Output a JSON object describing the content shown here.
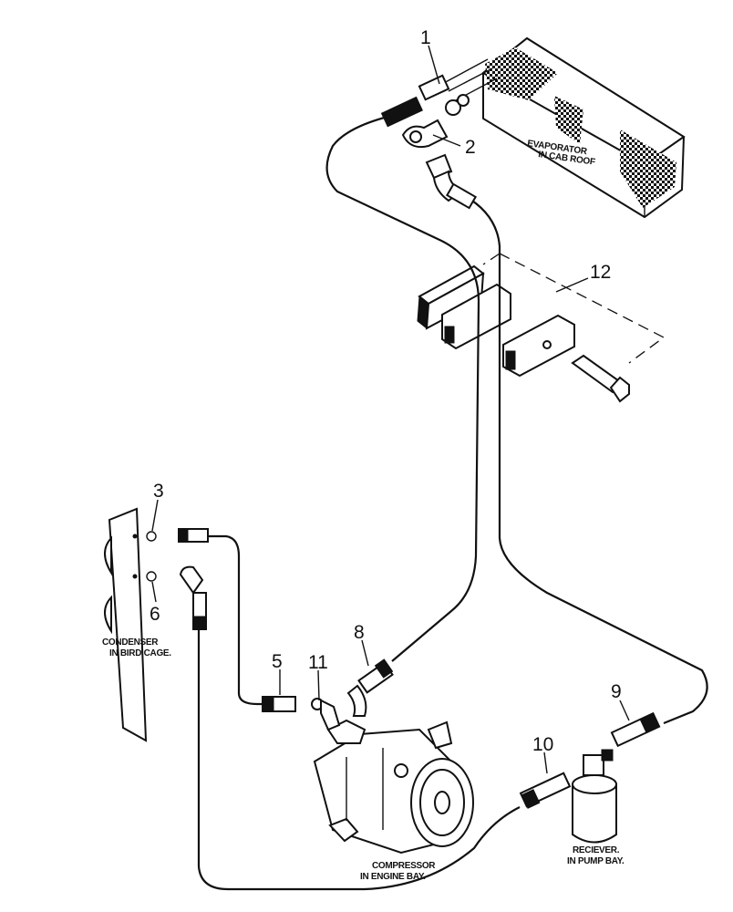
{
  "labels": {
    "evaporator": [
      "EVAPORATOR",
      "IN CAB ROOF"
    ],
    "condenser": [
      "CONDENSER",
      "IN BIRD CAGE."
    ],
    "compressor": [
      "COMPRESSOR",
      "IN ENGINE BAY."
    ],
    "receiver": [
      "RECIEVER.",
      "IN PUMP BAY."
    ]
  },
  "callouts": {
    "c1": "1",
    "c2": "2",
    "c3": "3",
    "c5": "5",
    "c6": "6",
    "c8": "8",
    "c9": "9",
    "c10": "10",
    "c11": "11",
    "c12": "12"
  }
}
